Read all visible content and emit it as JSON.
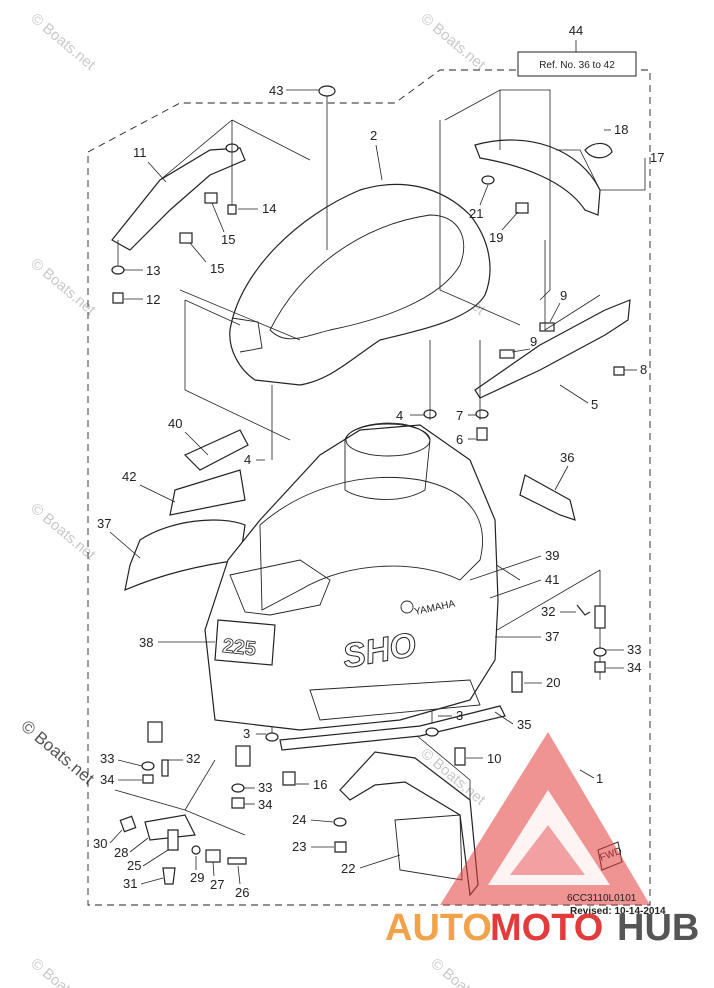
{
  "watermark": "© Boats.net",
  "watermark_side": "© Boats.net",
  "ref_box": {
    "number": "44",
    "text": "Ref. No. 36 to 42"
  },
  "diagram_code": "6CC3110L0101",
  "revised": "Revised: 10-14-2014",
  "fwd_label": "FWD",
  "brand": {
    "auto": "AUTO",
    "moto": "MOTO",
    "hub": "HUB"
  },
  "cowl_text": {
    "yamaha": "YAMAHA",
    "model": "225",
    "badge": "SHO"
  },
  "callouts": [
    "1",
    "2",
    "3",
    "3",
    "4",
    "4",
    "5",
    "6",
    "7",
    "8",
    "9",
    "9",
    "10",
    "11",
    "12",
    "13",
    "14",
    "15",
    "15",
    "16",
    "17",
    "18",
    "19",
    "20",
    "21",
    "22",
    "23",
    "24",
    "25",
    "26",
    "27",
    "28",
    "29",
    "30",
    "31",
    "32",
    "32",
    "33",
    "33",
    "33",
    "34",
    "34",
    "34",
    "35",
    "36",
    "37",
    "37",
    "38",
    "39",
    "40",
    "41",
    "42",
    "43"
  ]
}
